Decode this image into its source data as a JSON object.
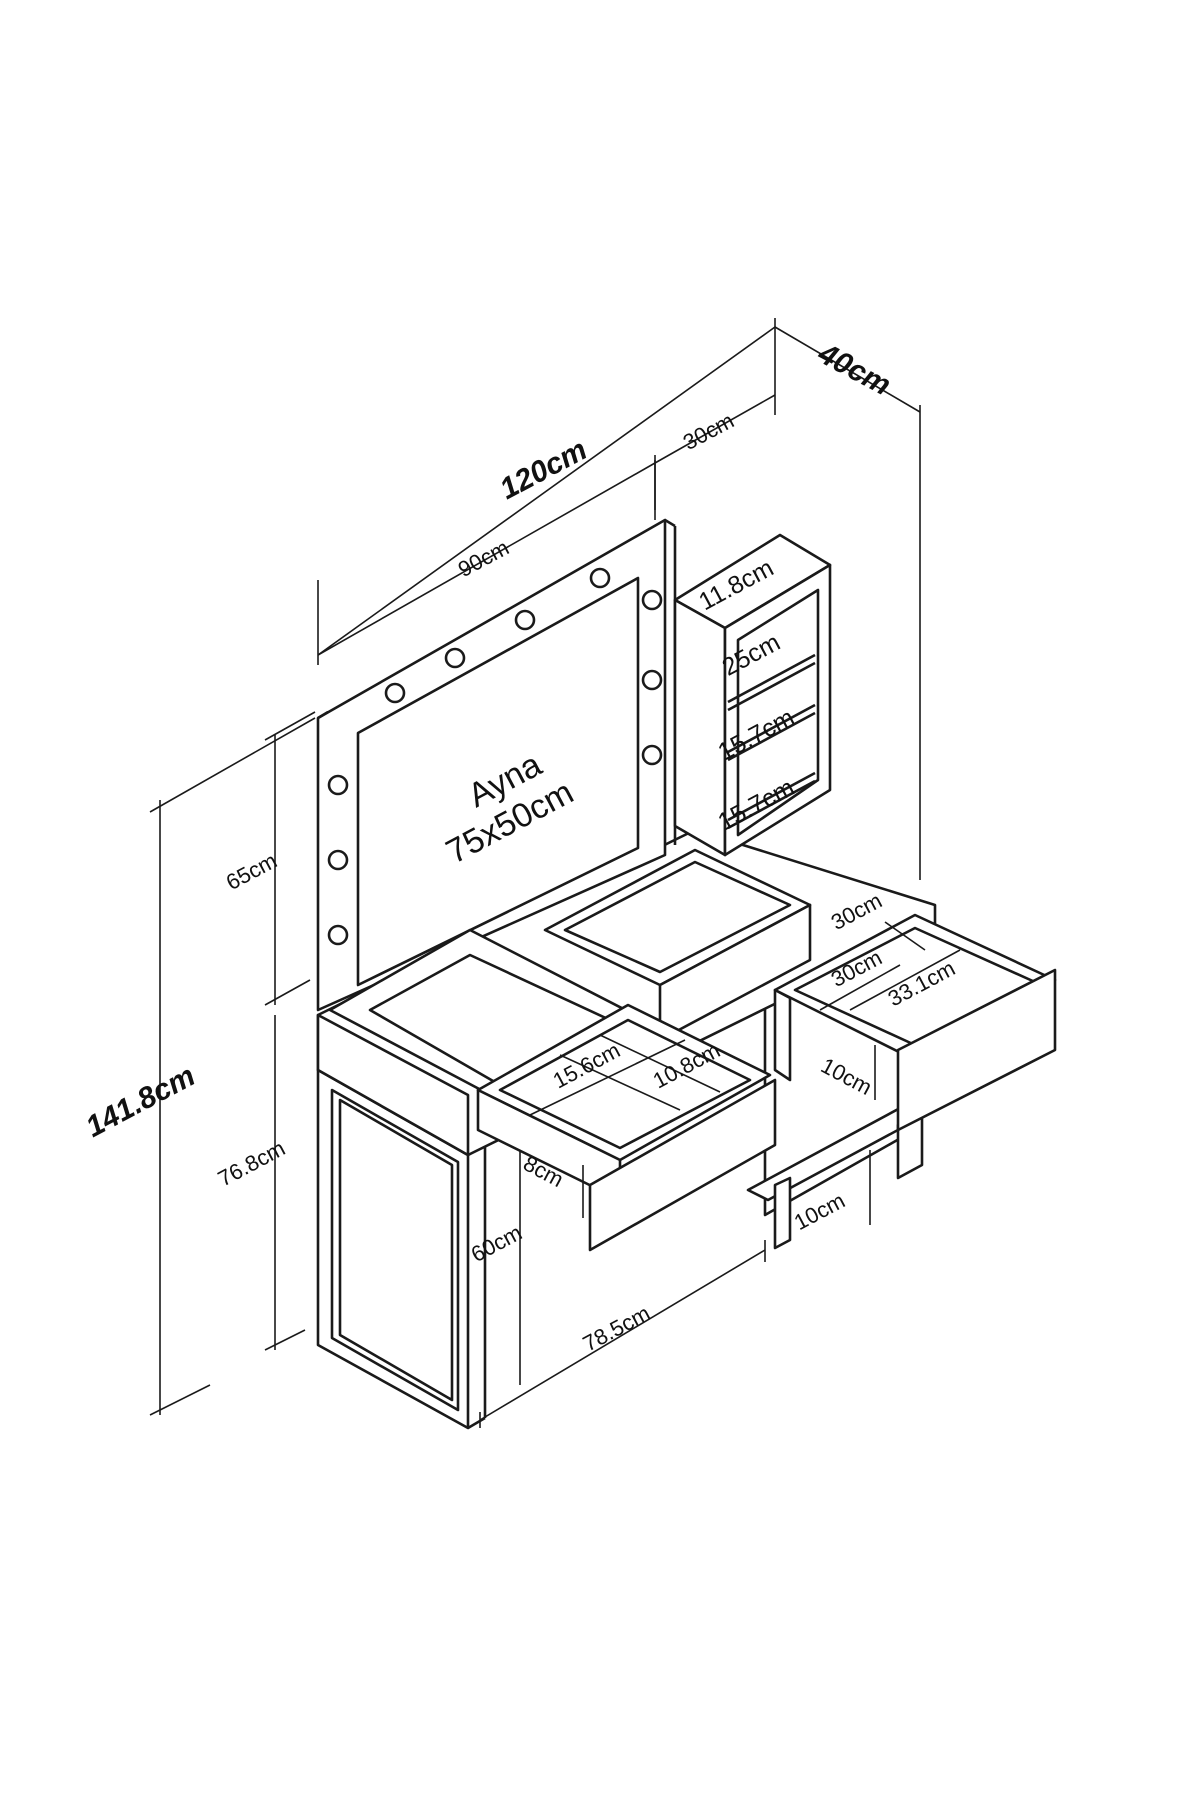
{
  "dimensions": {
    "total_width": "120cm",
    "depth": "40cm",
    "mirror_unit_width": "90cm",
    "shelf_unit_width": "30cm",
    "shelf_top_height": "11.8cm",
    "shelf_height_1": "25cm",
    "shelf_height_2": "15.7cm",
    "shelf_height_3": "15.7cm",
    "mirror_unit_height": "65cm",
    "total_height": "141.8cm",
    "table_height": "76.8cm",
    "leg_clearance": "60cm",
    "desk_length": "78.5cm",
    "right_drawer_depth": "30cm",
    "right_drawer_inner_width": "30cm",
    "right_drawer_inner_length": "33.1cm",
    "right_drawer_height": "10cm",
    "foot_height": "10cm",
    "left_drawer_height": "8cm",
    "left_compartment_1": "15.6cm",
    "left_compartment_2": "10.8cm"
  },
  "mirror": {
    "name": "Ayna",
    "size": "75x50cm"
  }
}
